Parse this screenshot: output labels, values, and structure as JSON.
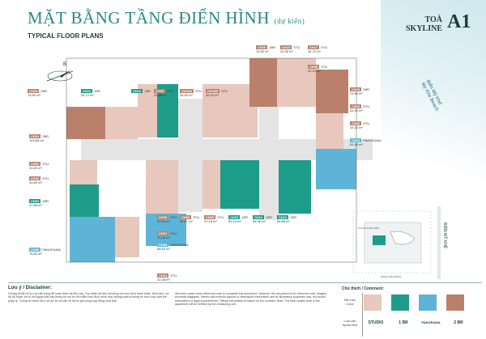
{
  "header": {
    "title": "MẶT BẰNG TẦNG ĐIỂN HÌNH",
    "title_note": "(dự kiến)",
    "subtitle": "TYPICAL FLOOR PLANS",
    "tower_prefix": "TOÀ",
    "tower_name": "SKYLINE",
    "tower_code": "A1"
  },
  "beach_label": {
    "vi": "Biển Mỹ Khê",
    "en": "My Khe Beach"
  },
  "compass": {
    "letter": "B"
  },
  "units": [
    {
      "code": "CH03",
      "type": "2BR",
      "area": "76,90 m²",
      "color": "#b9816c",
      "pos": "top-left-a"
    },
    {
      "code": "CH04",
      "type": "STU",
      "area": "32,48 m²",
      "color": "#b9816c"
    },
    {
      "code": "CH08",
      "type": "STU",
      "area": "32,22 m²",
      "color": "#b9816c"
    },
    {
      "code": "CH11",
      "type": "1BR",
      "area": "34,72 m²",
      "color": "#1e9c8a"
    },
    {
      "code": "CH12",
      "type": "1BR",
      "area": "—",
      "color": "#1e9c8a"
    },
    {
      "code": "CH13",
      "type": "STU",
      "area": "33,48 m²",
      "color": "#b9816c"
    },
    {
      "code": "CH15A",
      "type": "STU",
      "area": "35,56 m²",
      "color": "#b9816c"
    },
    {
      "code": "CH15B",
      "type": "STU",
      "area": "36,20 m²",
      "color": "#b9816c"
    },
    {
      "code": "CH16",
      "type": "2BR",
      "area": "76,90 m²",
      "color": "#b9816c"
    },
    {
      "code": "CH15",
      "type": "STU",
      "area": "32,56 m²",
      "color": "#b9816c"
    },
    {
      "code": "CH17",
      "type": "STU",
      "area": "34,72 m²",
      "color": "#b9816c"
    },
    {
      "code": "CH18",
      "type": "2BR",
      "area": "76,90 m²",
      "color": "#b9816c"
    },
    {
      "code": "CH19",
      "type": "STU",
      "area": "34,23 m²",
      "color": "#b9816c"
    },
    {
      "code": "CH20",
      "type": "STU",
      "area": "33,32 m²",
      "color": "#b9816c"
    },
    {
      "code": "CH21",
      "type": "PANORAMA",
      "area": "81,85 m²",
      "color": "#5eb4d6"
    },
    {
      "code": "CH01",
      "type": "2BR",
      "area": "103,65 m²",
      "color": "#b9816c"
    },
    {
      "code": "CH02",
      "type": "STU",
      "area": "31,69 m²",
      "color": "#b9816c"
    },
    {
      "code": "CH03",
      "type": "STU",
      "area": "31,69 m²",
      "color": "#b9816c"
    },
    {
      "code": "CH04",
      "type": "1BR",
      "area": "37,66 m²",
      "color": "#1e9c8a"
    },
    {
      "code": "CH05",
      "type": "PANORAMA",
      "area": "76,50 m²",
      "color": "#5eb4d6"
    },
    {
      "code": "CH06",
      "type": "STU",
      "area": "37,03 m²",
      "color": "#b9816c"
    },
    {
      "code": "CH07",
      "type": "STU",
      "area": "31,06 m²",
      "color": "#b9816c"
    },
    {
      "code": "CH08",
      "type": "PANORAMA",
      "area": "88,83 m²",
      "color": "#5eb4d6"
    },
    {
      "code": "CH09",
      "type": "STU",
      "area": "34,87 m²",
      "color": "#b9816c"
    },
    {
      "code": "CH09",
      "type": "STU",
      "area": "37,18 m²",
      "color": "#b9816c"
    },
    {
      "code": "CH10",
      "type": "1BR",
      "area": "59,15 m²",
      "color": "#1e9c8a"
    },
    {
      "code": "CH11",
      "type": "1BR",
      "area": "55,36 m²",
      "color": "#1e9c8a"
    },
    {
      "code": "CH12",
      "type": "1BR",
      "area": "54,88 m²",
      "color": "#1e9c8a"
    }
  ],
  "site": {
    "road_right": "BIỂN MỸ KHÊ",
    "road_bottom": "PHẠM VĂN ĐỒNG",
    "road_side": "VÕ NGUYÊN GIÁP"
  },
  "disclaimer": {
    "title": "Lưu ý / Disclaimer:",
    "vi": "Chúng tôi đã nỗ lực và cẩn trọng để hoàn thiện tài liệu này. Tuy nhiên tài liệu chỉ dùng với mục đích tham khảo. Hình ảnh, sơ đồ kỹ thuật, bố trí nội ngoại thất hay thông tin mô tả chỉ nhằm mục đích minh hoạ, không phải là thông tin thực hay cam kết pháp lý. Thông tin chính thức về dự án và căn hộ được ghi trong hợp đồng mua bán.",
    "en": "We have made every effort and care to complete this document. However, the document is for reference only. Images, technical diagrams, interior and exterior layouts or descriptive information are for illustrative purposes only, not actual information or legal commitments. Official information is based on the contract. Note: The final usable area of the apartment will be verified by the measuring unit."
  },
  "legend": {
    "title": "Chú thích / Comment:",
    "color_label": "Mã màu",
    "color_label_en": "Color",
    "type_label": "Loại căn",
    "type_label_en": "Apartment",
    "items": [
      {
        "name": "STUDIO",
        "color": "#e8c7bd"
      },
      {
        "name": "1 BR",
        "color": "#1e9c8a"
      },
      {
        "name": "PANORAMA",
        "color": "#5eb4d6"
      },
      {
        "name": "2 BR",
        "color": "#b9816c"
      }
    ]
  },
  "colors": {
    "studio": "#e8c7bd",
    "onebr": "#1e9c8a",
    "panorama": "#5eb4d6",
    "twobr": "#b9816c",
    "corridor": "#d9d9d9"
  }
}
